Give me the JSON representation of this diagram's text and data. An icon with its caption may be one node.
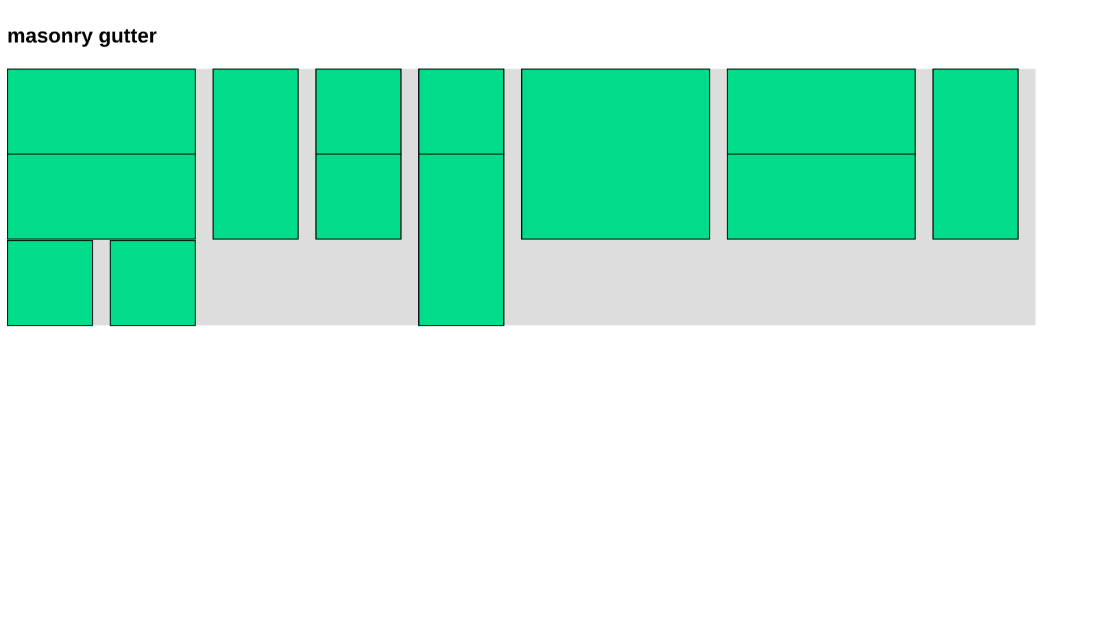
{
  "diagram": {
    "title": "masonry gutter",
    "nodes": [
      {
        "text": [],
        "shape": "box"
      },
      {
        "text": [],
        "shape": "box",
        "in": 0
      },
      {
        "text": [],
        "shape": "box",
        "in": 0
      },
      {
        "text": [],
        "shape": "box",
        "in": 0
      },
      {
        "text": [],
        "shape": "box",
        "in": 0
      },
      {
        "text": [],
        "shape": "box",
        "in": 0
      },
      {
        "text": [],
        "shape": "box",
        "in": 0
      },
      {
        "text": [],
        "shape": "box",
        "in": 0
      },
      {
        "text": [],
        "shape": "box",
        "in": 0
      },
      {
        "text": [],
        "shape": "box",
        "in": 0
      },
      {
        "text": [],
        "shape": "box",
        "in": 0
      },
      {
        "text": [],
        "shape": "box",
        "in": 0
      },
      {
        "text": [],
        "shape": "box",
        "in": 0
      },
      {
        "text": [],
        "shape": "box",
        "in": 0
      }
    ]
  }
}
